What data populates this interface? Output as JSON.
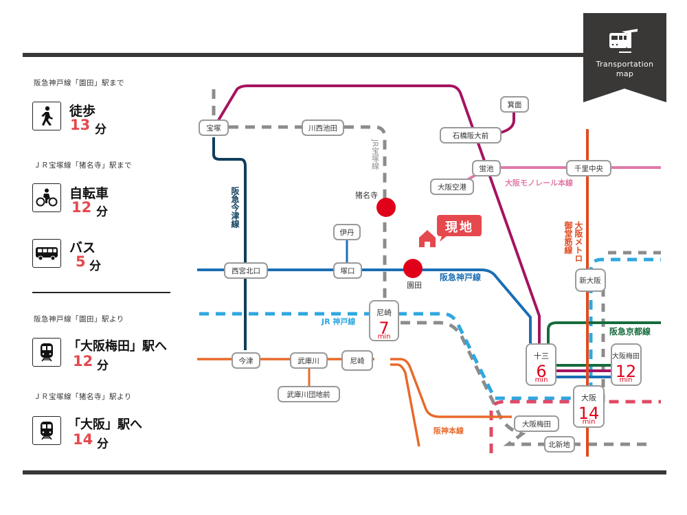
{
  "badge": {
    "icon": "train-icon",
    "line1": "Transportation",
    "line2": "map",
    "color": "#3a3837"
  },
  "access": {
    "walk": {
      "caption": "阪急神戸線「園田」駅まで",
      "icon": "walking-person-icon",
      "mode": "徒歩",
      "time": "13",
      "unit": "分"
    },
    "bike": {
      "caption": "ＪＲ宝塚線「猪名寺」駅まで",
      "icon": "bicycle-icon",
      "mode": "自転車",
      "time": "12",
      "unit": "分"
    },
    "bus": {
      "icon": "bus-icon",
      "mode": "バス",
      "time": "5",
      "unit": "分"
    },
    "umeda": {
      "caption": "阪急神戸線「園田」駅より",
      "icon": "train-front-icon",
      "dest": "「大阪梅田」駅へ",
      "time": "12",
      "unit": "分"
    },
    "osaka": {
      "caption": "ＪＲ宝塚線「猪名寺」駅より",
      "icon": "train-front-icon",
      "dest": "「大阪」駅へ",
      "time": "14",
      "unit": "分"
    },
    "accent": "#e5484d"
  },
  "map": {
    "current_location": "現地",
    "lines": {
      "hankyu_imazu": "阪急今津線",
      "jr_takarazuka": "JR宝塚線",
      "hankyu_kobe": "阪急神戸線",
      "jr_kobe": "JR 神戸線",
      "hanshin": "阪神本線",
      "monorail": "大阪モノレール本線",
      "midosuji_1": "大阪メトロ",
      "midosuji_2": "御堂筋線",
      "hankyu_kyoto": "阪急京都線"
    },
    "stations": {
      "takarazuka": "宝塚",
      "kawanishi": "川西池田",
      "minoh": "箕面",
      "ishibashi": "石橋阪大前",
      "hotarugaike": "蛍池",
      "osaka_airport": "大阪空港",
      "senri_chuo": "千里中央",
      "inadera": "猪名寺",
      "itami": "伊丹",
      "nishinomiya": "西宮北口",
      "tsukaguchi": "塚口",
      "sonoda": "園田",
      "shin_osaka": "新大阪",
      "imazu": "今津",
      "mukogawa": "武庫川",
      "amagasaki_hanshin": "尼崎",
      "mukogawa_danchi": "武庫川団地前",
      "osaka_umeda_hanshin": "大阪梅田",
      "kitashinchi": "北新地"
    },
    "timed_stations": {
      "amagasaki": {
        "name": "尼崎",
        "time": "7",
        "unit": "min"
      },
      "juso": {
        "name": "十三",
        "time": "6",
        "unit": "min"
      },
      "osaka_umeda": {
        "name": "大阪梅田",
        "time": "12",
        "unit": "min"
      },
      "osaka": {
        "name": "大阪",
        "time": "14",
        "unit": "min"
      }
    },
    "colors": {
      "hankyu_takarazuka": "#a5135f",
      "hankyu_imazu": "#0f3d5c",
      "hankyu_kobe": "#1a6eb5",
      "hankyu_kyoto": "#156c3c",
      "jr_takarazuka": "#8c8c8c",
      "jr_kobe": "#2ea7e0",
      "hanshin": "#e8692a",
      "monorail": "#e07aa8",
      "midosuji": "#e04a1f",
      "osaka_loop": "#e04a64",
      "station_dot": "#e0001a",
      "current": "#e5484d"
    }
  }
}
